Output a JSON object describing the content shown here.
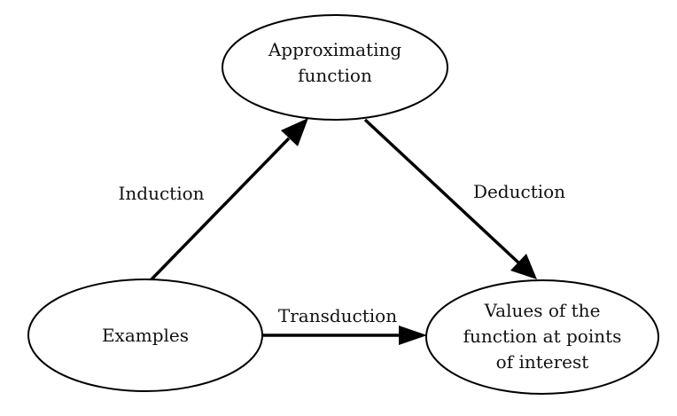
{
  "nodes": {
    "approximating_function": {
      "lines": [
        "Approximating",
        "function"
      ]
    },
    "examples": {
      "lines": [
        "Examples"
      ]
    },
    "values": {
      "lines": [
        "Values of the",
        "function at points",
        "of interest"
      ]
    }
  },
  "edges": {
    "induction": {
      "label": "Induction"
    },
    "deduction": {
      "label": "Deduction"
    },
    "transduction": {
      "label": "Transduction"
    }
  }
}
